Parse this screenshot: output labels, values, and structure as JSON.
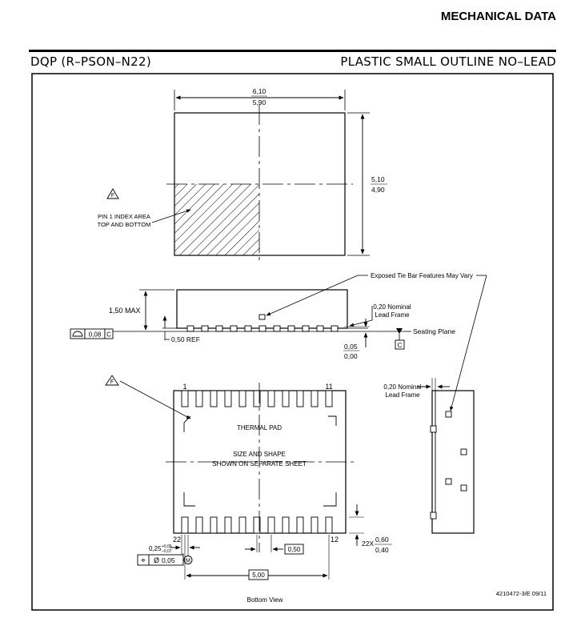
{
  "header": {
    "title": "MECHANICAL DATA"
  },
  "package": {
    "code": "DQP (R–PSON–N22)",
    "description": "PLASTIC SMALL OUTLINE NO–LEAD"
  },
  "top_view": {
    "width_max": "6,10",
    "width_min": "5,90",
    "height_max": "5,10",
    "height_min": "4,90",
    "pin1_label_line1": "PIN 1 INDEX AREA",
    "pin1_label_line2": "TOP AND BOTTOM",
    "note_flag": "F"
  },
  "side_view": {
    "max_height": "1,50 MAX",
    "ref": "0,50 REF",
    "tie_bar_note": "Exposed Tie Bar Features May Vary",
    "lead_frame_line1": "0,20 Nominal",
    "lead_frame_line2": "Lead Frame",
    "seating_plane": "Seating Plane",
    "standoff_max": "0,05",
    "standoff_min": "0,00",
    "flatness_value": "0,08",
    "datum": "C"
  },
  "bottom_view": {
    "pin_first": "1",
    "pin_eleven": "11",
    "pin_twelve": "12",
    "pin_last": "22",
    "thermal_pad": "THERMAL PAD",
    "size_shape_line1": "SIZE AND SHAPE",
    "size_shape_line2": "SHOWN ON SEPARATE SHEET",
    "lead_width_prefix": "22X",
    "lead_len_max": "0,60",
    "lead_len_min": "0,40",
    "pitch": "0,50",
    "span": "5,00",
    "lead_w": "0,25",
    "lead_w_tol_plus": "+0,05",
    "lead_w_tol_minus": "–0,07",
    "position_tol": "0,05",
    "position_symbol": "⌖",
    "diameter_symbol": "Ø",
    "mmc_symbol": "M",
    "flag": "F",
    "caption": "Bottom View"
  },
  "end_view": {
    "lead_frame_line1": "0,20 Nominal",
    "lead_frame_line2": "Lead Frame"
  },
  "footer": {
    "drawing_number": "4210472-3/E   09/11"
  }
}
